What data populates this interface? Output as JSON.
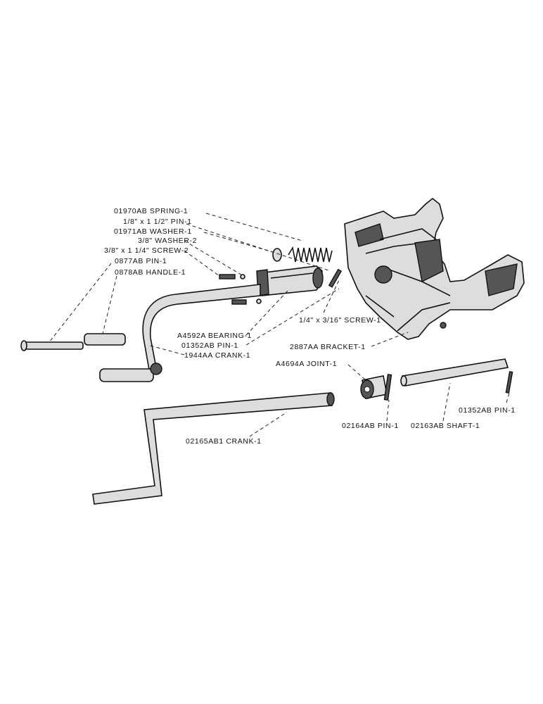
{
  "labels": {
    "spring": "01970AB SPRING-1",
    "pin_1_8": "1/8\" x 1 1/2\" PIN-1",
    "washer_01971": "01971AB WASHER-1",
    "washer_3_8": "3/8\" WASHER-2",
    "screw_3_8": "3/8\" x 1 1/4\" SCREW-2",
    "pin_0877": "0877AB PIN-1",
    "handle_0878": "0878AB HANDLE-1",
    "bearing": "A4592A BEARING-1",
    "pin_01352_a": "01352AB PIN-1",
    "crank_1944": "1944AA CRANK-1",
    "screw_1_4": "1/4\" x 3/16\" SCREW-1",
    "bracket": "2887AA BRACKET-1",
    "joint": "A4694A JOINT-1",
    "pin_01352_b": "01352AB PIN-1",
    "pin_02164": "02164AB PIN-1",
    "shaft": "02163AB SHAFT-1",
    "crank_02165": "02165AB1 CRANK-1"
  }
}
